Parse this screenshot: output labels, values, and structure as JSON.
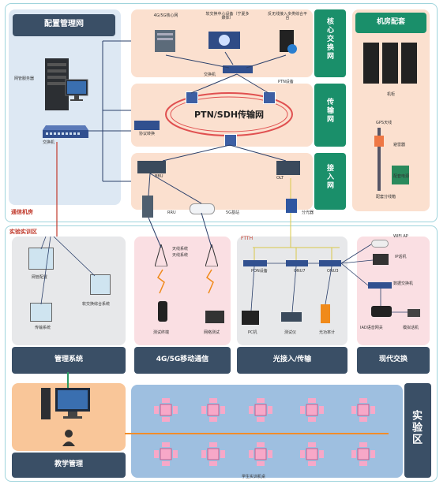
{
  "config_net": {
    "title": "配置管理网",
    "server_label": "网管服务器",
    "switch_label": "交换机"
  },
  "core": {
    "title": "核心交换网",
    "items": [
      "4G/5G核心网",
      "软交换中心设备（宁夏多媒体）",
      "反无线接入多类综合平台"
    ],
    "switch_label": "交换机"
  },
  "transport": {
    "title": "传输网",
    "ring_label": "PTN/SDH传输网",
    "ptn_label": "PTN设备",
    "converter_label": "协议转换"
  },
  "access": {
    "title": "接入网",
    "bbu": "BBU",
    "olt": "OLT",
    "rru": "RRU",
    "gnb": "5G基站",
    "splitter": "分光器"
  },
  "machine_room": {
    "title": "机房配套",
    "rack_label": "机柜",
    "gps_label": "GPS天线",
    "arrester_label": "避雷器",
    "power_label": "配套电源",
    "feeder_label": "配套分线箱"
  },
  "comm_room_label": "通信机房",
  "lab_label": "实验实训区",
  "mgmt": {
    "title": "管理系统",
    "items": [
      "网管配置",
      "传输系统",
      "软交换综合系统"
    ]
  },
  "mobile": {
    "title": "4G/5G移动通信",
    "items": [
      "天线系统",
      "天线系统",
      "测试终端",
      "网络测试"
    ]
  },
  "optical": {
    "title": "光接入/传输",
    "fttx": "FTTH",
    "items": [
      "PON设备",
      "ONU7",
      "ONU3",
      "PC机",
      "测试仪",
      "光功率计"
    ]
  },
  "modern": {
    "title": "现代交换",
    "items": [
      "WIFI AP",
      "IP话机",
      "数据交换机",
      "IAD语音网关",
      "模拟话机"
    ]
  },
  "teaching": {
    "title": "教学管理"
  },
  "student_label": "学生实训机桌",
  "experiment": {
    "title": "实验区"
  }
}
